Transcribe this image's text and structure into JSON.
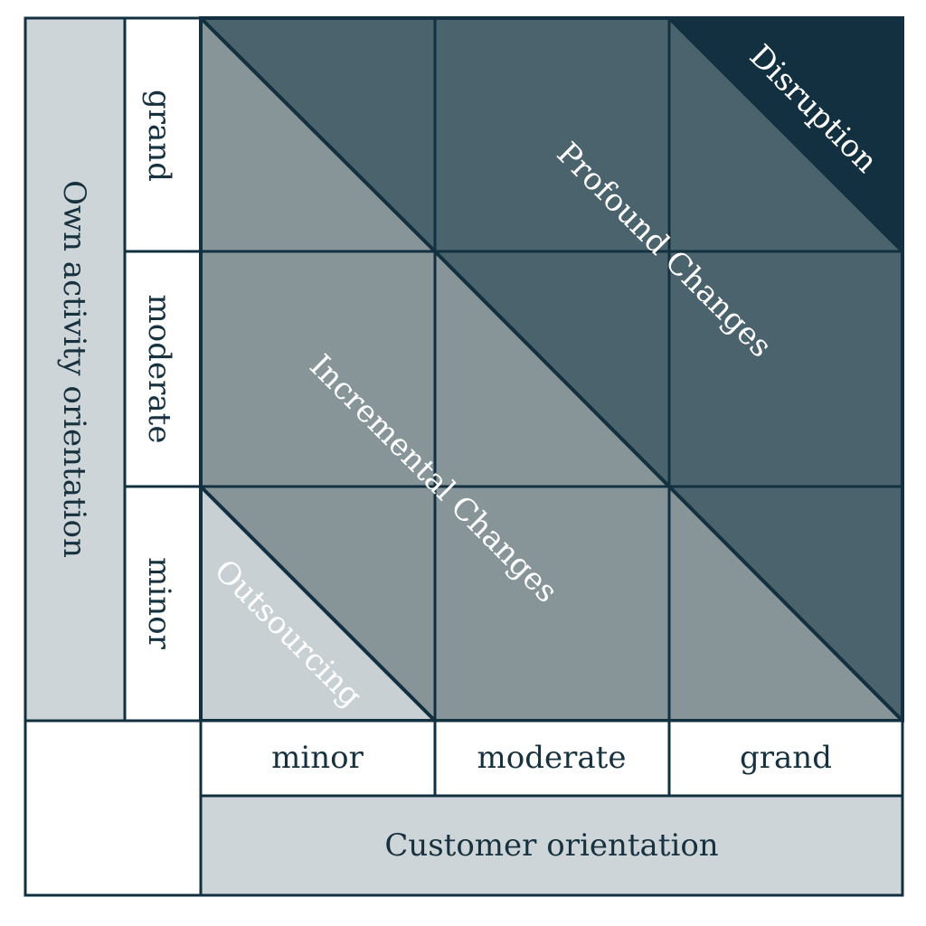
{
  "y_axis": {
    "title": "Own activity orientation",
    "levels": [
      "grand",
      "moderate",
      "minor"
    ]
  },
  "x_axis": {
    "title": "Customer orientation",
    "levels": [
      "minor",
      "moderate",
      "grand"
    ]
  },
  "zones": {
    "outsourcing": "Outsourcing",
    "incremental": "Incremental Changes",
    "profound": "Profound Changes",
    "disruption": "Disruption"
  },
  "colors": {
    "border": "#12303f",
    "outsourcing": "#c9d0d3",
    "incremental": "#879599",
    "profound": "#4b636c",
    "disruption": "#12303f",
    "label_box": "#ffffff",
    "title_box": "#ced5d8",
    "axis_text": "#17313f",
    "zone_text": "#ffffff"
  }
}
